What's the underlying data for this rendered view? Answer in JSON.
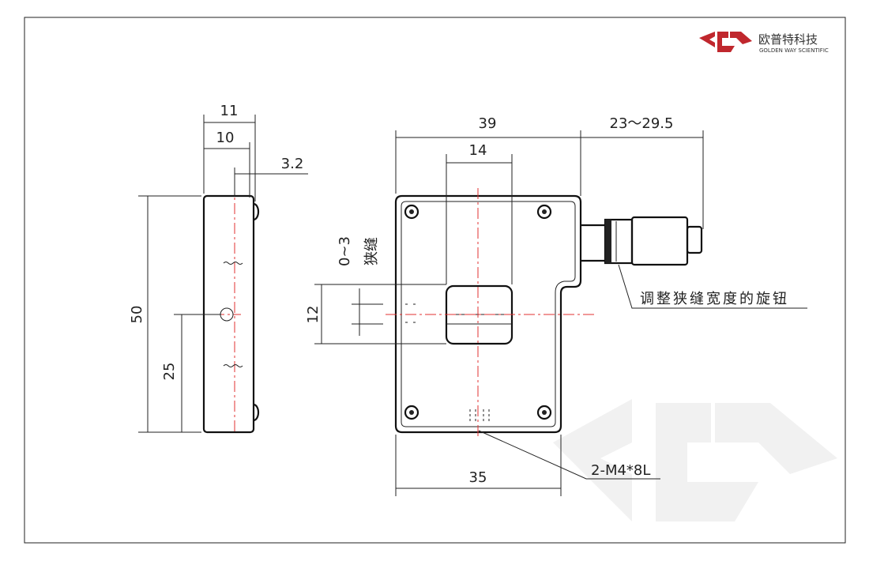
{
  "logo": {
    "name_cn": "欧普特科技",
    "name_en": "GOLDEN WAY SCIENTIFIC",
    "color": "#c0272d"
  },
  "dimensions": {
    "side_width": "11",
    "side_inner": "10",
    "side_offset": "3.2",
    "height": "50",
    "hole_height": "25",
    "width": "39",
    "knob_travel": "23～29.5",
    "slit_window": "14",
    "slit_height": "12",
    "slit_range": "0~3",
    "slit_label": "狭缝",
    "base_width": "35"
  },
  "callouts": {
    "knob": "调整狭缝宽度的旋钮",
    "mount": "2-M4*8L"
  }
}
